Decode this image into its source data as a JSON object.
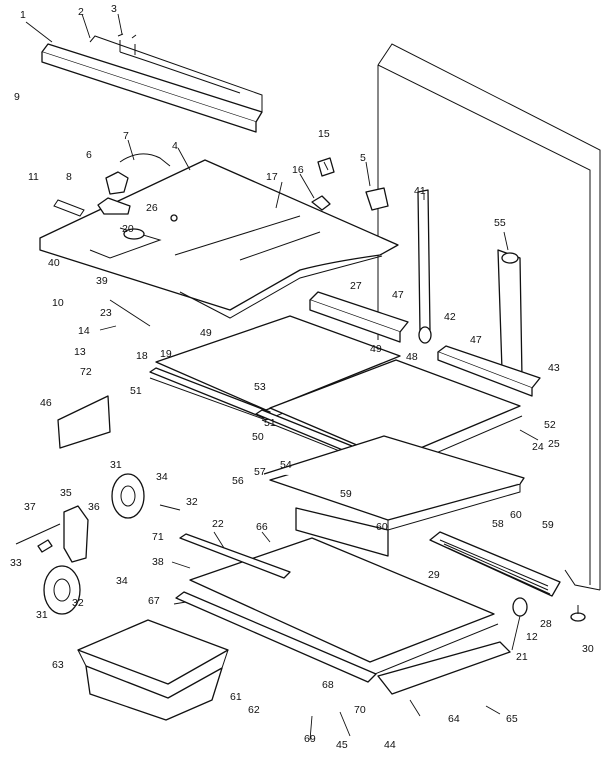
{
  "callouts": [
    {
      "n": "1"
    },
    {
      "n": "2"
    },
    {
      "n": "3"
    },
    {
      "n": "9"
    },
    {
      "n": "4"
    },
    {
      "n": "5"
    },
    {
      "n": "6"
    },
    {
      "n": "7"
    },
    {
      "n": "8"
    },
    {
      "n": "10"
    },
    {
      "n": "11"
    },
    {
      "n": "12"
    },
    {
      "n": "13"
    },
    {
      "n": "14"
    },
    {
      "n": "15"
    },
    {
      "n": "16"
    },
    {
      "n": "17"
    },
    {
      "n": "18"
    },
    {
      "n": "19"
    },
    {
      "n": "20"
    },
    {
      "n": "21"
    },
    {
      "n": "22"
    },
    {
      "n": "23"
    },
    {
      "n": "24"
    },
    {
      "n": "25"
    },
    {
      "n": "26"
    },
    {
      "n": "27"
    },
    {
      "n": "28"
    },
    {
      "n": "29"
    },
    {
      "n": "30"
    },
    {
      "n": "31"
    },
    {
      "n": "31"
    },
    {
      "n": "32"
    },
    {
      "n": "32"
    },
    {
      "n": "33"
    },
    {
      "n": "34"
    },
    {
      "n": "34"
    },
    {
      "n": "35"
    },
    {
      "n": "36"
    },
    {
      "n": "37"
    },
    {
      "n": "38"
    },
    {
      "n": "39"
    },
    {
      "n": "40"
    },
    {
      "n": "41"
    },
    {
      "n": "42"
    },
    {
      "n": "43"
    },
    {
      "n": "44"
    },
    {
      "n": "45"
    },
    {
      "n": "46"
    },
    {
      "n": "47"
    },
    {
      "n": "47"
    },
    {
      "n": "48"
    },
    {
      "n": "49"
    },
    {
      "n": "49"
    },
    {
      "n": "50"
    },
    {
      "n": "51"
    },
    {
      "n": "51"
    },
    {
      "n": "52"
    },
    {
      "n": "53"
    },
    {
      "n": "54"
    },
    {
      "n": "55"
    },
    {
      "n": "56"
    },
    {
      "n": "57"
    },
    {
      "n": "58"
    },
    {
      "n": "59"
    },
    {
      "n": "59"
    },
    {
      "n": "60"
    },
    {
      "n": "60"
    },
    {
      "n": "61"
    },
    {
      "n": "62"
    },
    {
      "n": "63"
    },
    {
      "n": "64"
    },
    {
      "n": "65"
    },
    {
      "n": "66"
    },
    {
      "n": "67"
    },
    {
      "n": "68"
    },
    {
      "n": "69"
    },
    {
      "n": "70"
    },
    {
      "n": "71"
    },
    {
      "n": "72"
    }
  ]
}
